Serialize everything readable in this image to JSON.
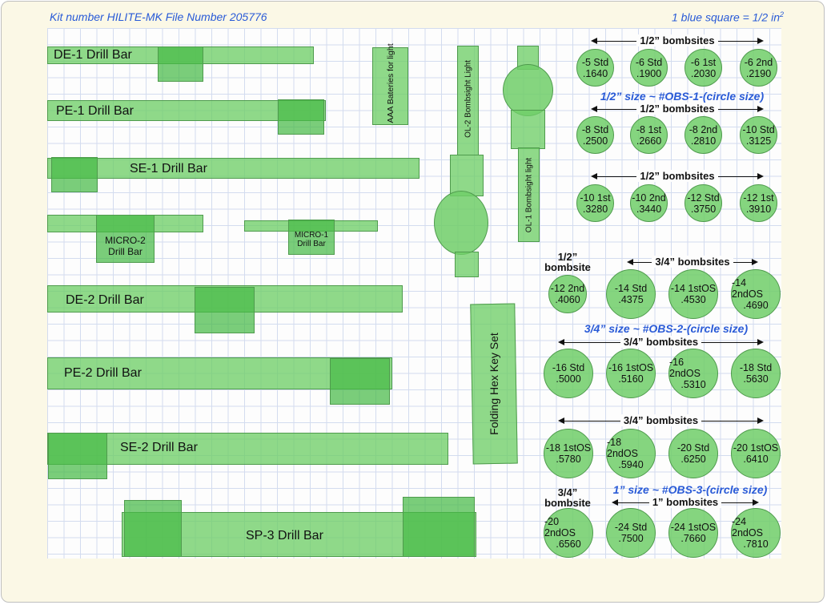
{
  "header": {
    "kit": "Kit number HILITE-MK File Number 205776",
    "scale_text": "1 blue square = 1/2 in",
    "scale_sup": "2"
  },
  "drill_bars": [
    {
      "label": "DE-1 Drill Bar"
    },
    {
      "label": "PE-1 Drill Bar"
    },
    {
      "label": "SE-1 Drill Bar"
    },
    {
      "label": "MICRO-2 Drill Bar"
    },
    {
      "label": "MICRO-1 Drill Bar"
    },
    {
      "label": "DE-2 Drill Bar"
    },
    {
      "label": "PE-2 Drill Bar"
    },
    {
      "label": "SE-2 Drill Bar"
    },
    {
      "label": "SP-3 Drill Bar"
    }
  ],
  "tools": {
    "batteries": "AAA Bateries for light",
    "ol2": "OL-2 Bombsight Light",
    "ol1": "OL-1 Bombsight light",
    "hex": "Folding Hex Key Set"
  },
  "groups": {
    "half": "1/2” bombsites",
    "half_single_top": "1/2”",
    "half_single_bottom": "bombsite",
    "three_quarter": "3/4” bombsites",
    "three_quarter_single_top": "3/4”",
    "three_quarter_single_bottom": "bombsite",
    "one_inch": "1” bombsites",
    "obs1": "1/2” size ~ #OBS-1-(circle size)",
    "obs2": "3/4” size ~ #OBS-2-(circle size)",
    "obs3": "1” size ~ #OBS-3-(circle size)"
  },
  "bombsites": [
    {
      "name": "-5 Std",
      "size": ".1640"
    },
    {
      "name": "-6 Std",
      "size": ".1900"
    },
    {
      "name": "-6 1st",
      "size": ".2030"
    },
    {
      "name": "-6 2nd",
      "size": ".2190"
    },
    {
      "name": "-8 Std",
      "size": ".2500"
    },
    {
      "name": "-8 1st",
      "size": ".2660"
    },
    {
      "name": "-8 2nd",
      "size": ".2810"
    },
    {
      "name": "-10 Std",
      "size": ".3125"
    },
    {
      "name": "-10 1st",
      "size": ".3280"
    },
    {
      "name": "-10 2nd",
      "size": ".3440"
    },
    {
      "name": "-12 Std",
      "size": ".3750"
    },
    {
      "name": "-12 1st",
      "size": ".3910"
    },
    {
      "name": "-12 2nd",
      "size": ".4060"
    },
    {
      "name": "-14 Std",
      "size": ".4375"
    },
    {
      "name": "-14 1stOS",
      "size": ".4530"
    },
    {
      "name": "-14 2ndOS",
      "size": ".4690"
    },
    {
      "name": "-16 Std",
      "size": ".5000"
    },
    {
      "name": "-16 1stOS",
      "size": ".5160"
    },
    {
      "name": "-16 2ndOS",
      "size": ".5310"
    },
    {
      "name": "-18 Std",
      "size": ".5630"
    },
    {
      "name": "-18 1stOS",
      "size": ".5780"
    },
    {
      "name": "-18 2ndOS",
      "size": ".5940"
    },
    {
      "name": "-20 Std",
      "size": ".6250"
    },
    {
      "name": "-20 1stOS",
      "size": ".6410"
    },
    {
      "name": "-20 2ndOS",
      "size": ".6560"
    },
    {
      "name": "-24 Std",
      "size": ".7500"
    },
    {
      "name": "-24 1stOS",
      "size": ".7660"
    },
    {
      "name": "-24 2ndOS",
      "size": ".7810"
    }
  ]
}
